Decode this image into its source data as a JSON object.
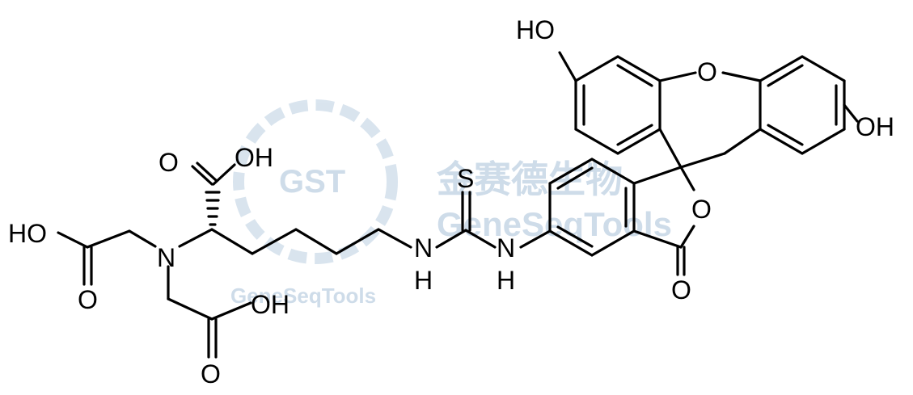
{
  "watermark": {
    "logo_text": "GST",
    "cn_text": "金赛德生物",
    "brand": "GeneSeqTools",
    "brand_small": "GeneSeqTools"
  },
  "atoms": {
    "ho_top": "HO",
    "o_xanthene": "O",
    "oh_right": "OH",
    "s": "S",
    "o_lactone": "O",
    "o_carbonyl": "O",
    "nh_1": "N",
    "nh_1_h": "H",
    "nh_2": "N",
    "nh_2_h": "H",
    "o_cooh_top": "O",
    "oh_cooh_top": "OH",
    "ho_left": "HO",
    "n_amine": "N",
    "o_left": "O",
    "oh_bottom": "OH",
    "o_bottom": "O"
  }
}
